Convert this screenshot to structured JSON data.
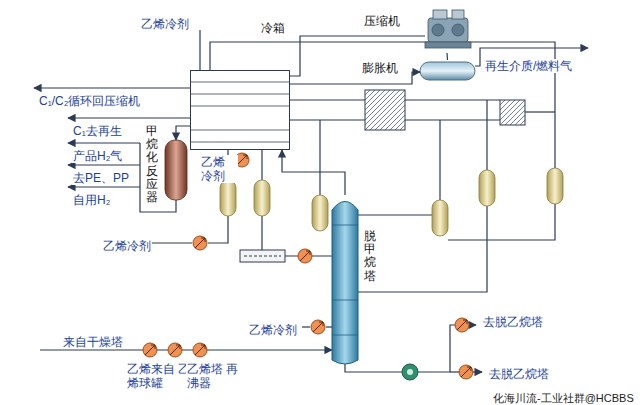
{
  "diagram": {
    "nodes": [
      {
        "text": [
          "压缩机"
        ]
      },
      {
        "text": [
          "膨胀机"
        ]
      },
      {
        "text": [
          "冷箱"
        ]
      },
      {
        "text": [
          "甲烷化反应器"
        ]
      },
      {
        "text": [
          "脱甲烷塔"
        ]
      }
    ],
    "edges": [
      {
        "from": 4,
        "to": 2,
        "arrow": "to"
      },
      {
        "from": 2,
        "to": 3,
        "arrow": "to"
      },
      {
        "from": 2,
        "to": 1,
        "arrow": "to"
      },
      {
        "from": 1,
        "to": 0,
        "arrow": "none"
      }
    ],
    "labels": [
      "乙烯冷剂",
      "再生介质/燃料气",
      "C₁/C₂循环回压缩机",
      "C₁去再生",
      "产品H₂气",
      "去PE、PP",
      "自用H₂",
      "乙烯 冷剂",
      "乙烯冷剂",
      "乙烯冷剂",
      "来自干燥塔",
      "乙烯来自 乙烯球罐",
      "乙烯塔 再沸器",
      "去脱乙烷塔",
      "去脱乙烷塔",
      "化海川流-工业社群@HCBBS"
    ]
  }
}
